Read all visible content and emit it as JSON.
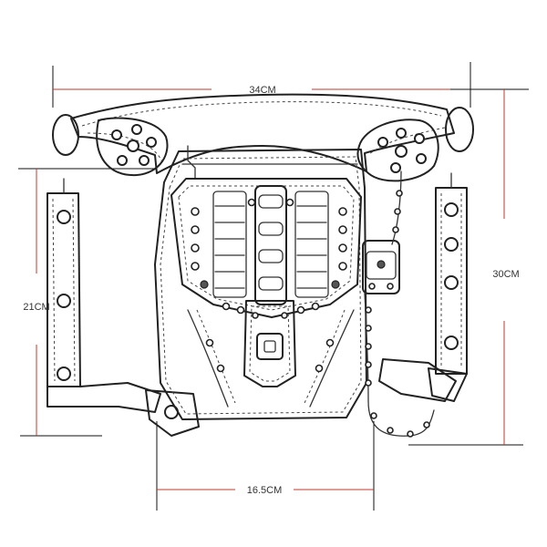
{
  "dimensions": {
    "width_top": "34CM",
    "height_right": "30CM",
    "height_left": "21CM",
    "width_bottom": "16.5CM"
  },
  "colors": {
    "dimension_line": "#c0392b",
    "extension_line": "#111111",
    "ink": "#222222",
    "background": "#ffffff"
  },
  "icons": {
    "product": "steampunk-leg-holster-bag-icon"
  }
}
